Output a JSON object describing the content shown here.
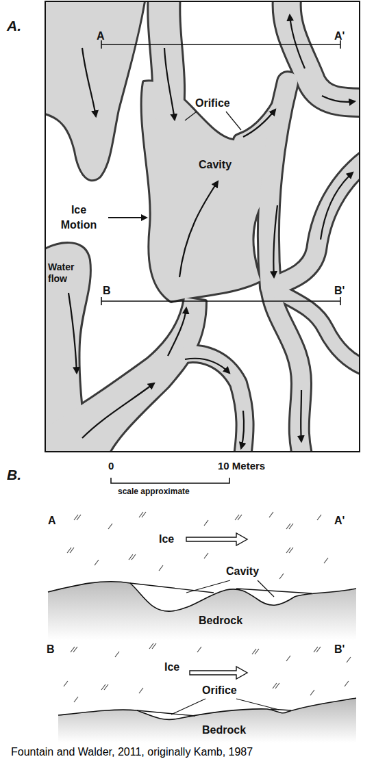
{
  "diagram": {
    "caption": "Fountain and Walder, 2011, originally Kamb, 1987",
    "labels": [
      "A.",
      "A",
      "A'",
      "Orifice",
      "Cavity",
      "Ice Motion",
      "Water flow",
      "B",
      "B'",
      "B.",
      "0",
      "10 Meters",
      "scale approximate",
      "A",
      "A'",
      "Ice",
      "Cavity",
      "Bedrock",
      "B",
      "B'",
      "Ice",
      "Orifice",
      "Bedrock"
    ]
  }
}
